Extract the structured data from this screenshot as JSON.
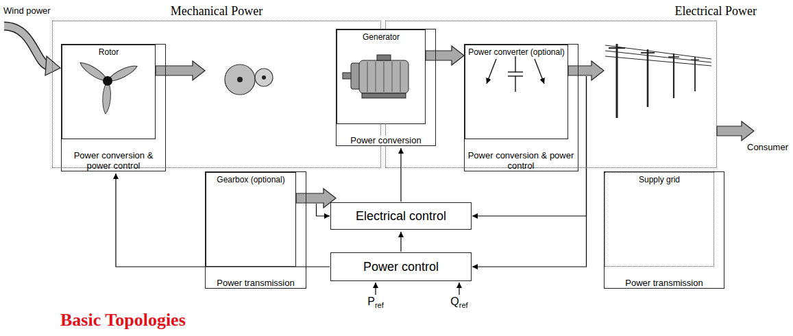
{
  "diagram": {
    "nodes": [
      {
        "text": [
          "Mechanical Power"
        ]
      },
      {
        "text": [
          "Rotor",
          "Power conversion & power control"
        ],
        "in": 0
      },
      {
        "text": [
          "Gearbox (optional)",
          "Power transmission"
        ],
        "in": 0
      },
      {
        "text": [
          "Generator",
          "Power conversion"
        ]
      },
      {
        "text": [
          "Electrical Power"
        ]
      },
      {
        "text": [
          "Power converter (optional)",
          "Power conversion & power control"
        ],
        "in": 4
      },
      {
        "text": [
          "Supply grid",
          "Power transmission"
        ],
        "in": 4
      },
      {
        "text": [
          "Electrical control"
        ]
      },
      {
        "text": [
          "Power control"
        ]
      }
    ],
    "edges": [
      {
        "from": 1,
        "to": 2,
        "arrow": "to"
      },
      {
        "from": 2,
        "to": 3,
        "arrow": "to"
      },
      {
        "from": 3,
        "to": 5,
        "arrow": "to"
      },
      {
        "from": 5,
        "to": 6,
        "arrow": "to"
      },
      {
        "from": 2,
        "to": 7,
        "arrow": "to"
      },
      {
        "from": 7,
        "to": 3,
        "arrow": "to"
      },
      {
        "from": 5,
        "to": 7,
        "arrow": "to"
      },
      {
        "from": 5,
        "to": 8,
        "arrow": "to"
      },
      {
        "from": 8,
        "to": 7,
        "arrow": "to"
      },
      {
        "from": 8,
        "to": 1,
        "arrow": "to"
      }
    ],
    "labels": [
      "Wind power",
      "Consumer",
      "Basic Topologies",
      "Pref",
      "Qref"
    ]
  }
}
